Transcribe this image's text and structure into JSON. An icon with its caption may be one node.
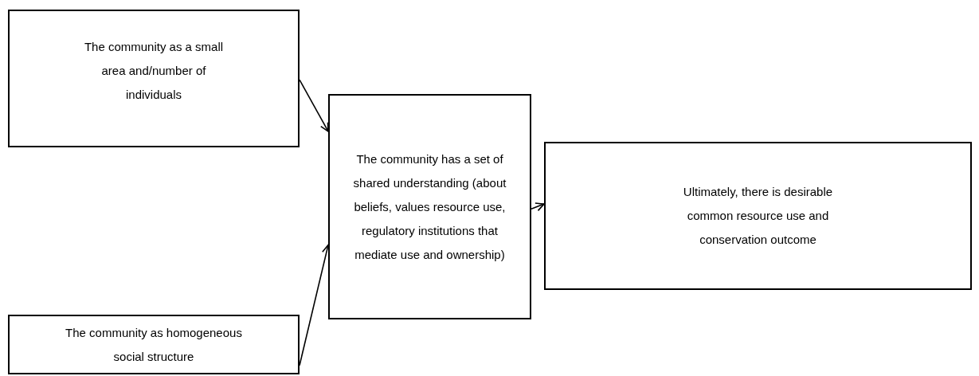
{
  "diagram": {
    "nodes": [
      {
        "text": [
          "The community as a small area and/number of individuals"
        ]
      },
      {
        "text": [
          "The community as homogeneous social structure"
        ]
      },
      {
        "text": [
          "The community has a set of shared understanding (about beliefs, values resource use, regulatory institutions that mediate use and ownership)"
        ]
      },
      {
        "text": [
          "Ultimately, there is desirable common resource use and conservation outcome"
        ]
      }
    ],
    "edges": [
      {
        "from": 0,
        "to": 2,
        "arrow": "to"
      },
      {
        "from": 1,
        "to": 2,
        "arrow": "to"
      },
      {
        "from": 2,
        "to": 3,
        "arrow": "to"
      }
    ]
  }
}
